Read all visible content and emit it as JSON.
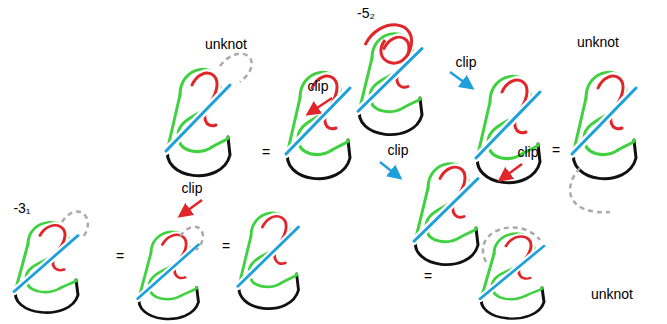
{
  "diagram": {
    "labels": [
      "unknot",
      "-5₂",
      "clip",
      "clip",
      "unknot",
      "=",
      "=",
      "clip",
      "clip",
      "clip",
      "-3₁",
      "=",
      "=",
      "=",
      "unknot"
    ]
  }
}
